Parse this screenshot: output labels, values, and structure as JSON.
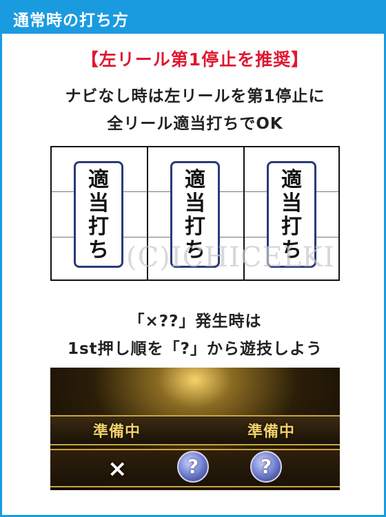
{
  "header": {
    "title": "通常時の打ち方"
  },
  "recommendation": "【左リール第1停止を推奨】",
  "instruction": {
    "line1": "ナビなし時は左リールを第1停止に",
    "line2": "全リール適当打ちでOK"
  },
  "reels": [
    {
      "label": "適当打ち"
    },
    {
      "label": "適当打ち"
    },
    {
      "label": "適当打ち"
    }
  ],
  "watermark": "(C)ICHICELKI",
  "note": {
    "line1": "「×??」発生時は",
    "line2": "1st押し順を「?」から遊技しよう"
  },
  "game_screen": {
    "status_left": "準備中",
    "status_right": "準備中",
    "symbols": [
      "×",
      "?",
      "?"
    ]
  },
  "colors": {
    "header": "#1a9be0",
    "recommend": "#e01830",
    "badge_border": "#2a3a78"
  }
}
